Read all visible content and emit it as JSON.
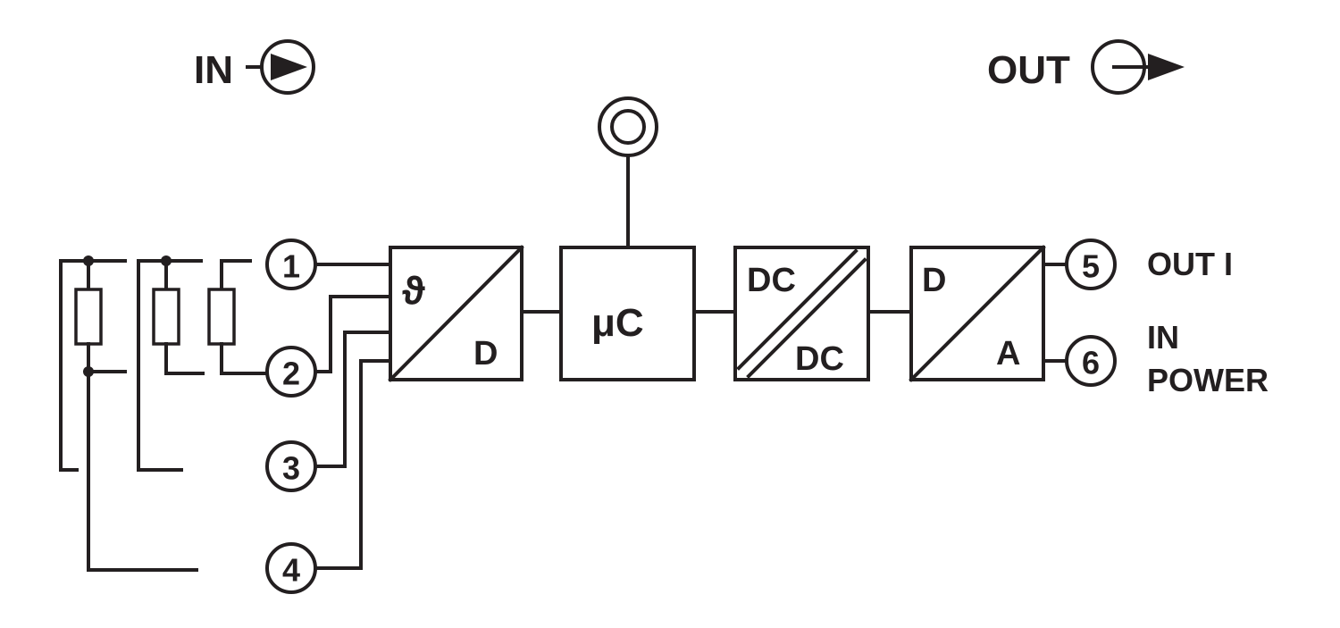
{
  "legend": {
    "in_label": "IN",
    "out_label": "OUT"
  },
  "terminals": [
    "1",
    "2",
    "3",
    "4",
    "5",
    "6"
  ],
  "blocks": {
    "adc": {
      "top": "ϑ",
      "bottom": "D"
    },
    "mcu": {
      "label": "μC"
    },
    "dcdc": {
      "top": "DC",
      "bottom": "DC"
    },
    "dac": {
      "top": "D",
      "bottom": "A"
    }
  },
  "outputs": {
    "out_i": "OUT I",
    "in_power_line1": "IN",
    "in_power_line2": "POWER"
  },
  "colors": {
    "ink": "#231f20",
    "background": "#ffffff"
  }
}
